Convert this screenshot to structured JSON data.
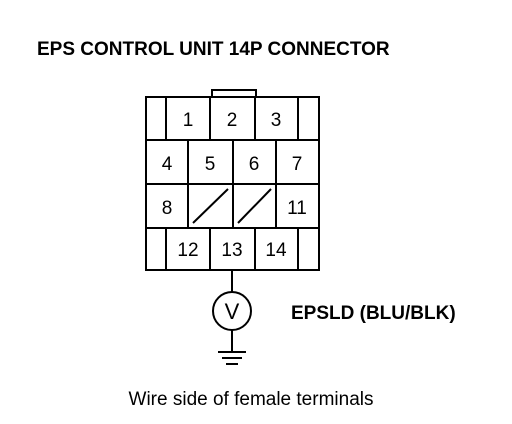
{
  "title": "EPS CONTROL UNIT 14P CONNECTOR",
  "pins": {
    "p1": "1",
    "p2": "2",
    "p3": "3",
    "p4": "4",
    "p5": "5",
    "p6": "6",
    "p7": "7",
    "p8": "8",
    "p11": "11",
    "p12": "12",
    "p13": "13",
    "p14": "14"
  },
  "meter_symbol": "V",
  "wire_label": "EPSLD (BLU/BLK)",
  "caption": "Wire side of female terminals"
}
